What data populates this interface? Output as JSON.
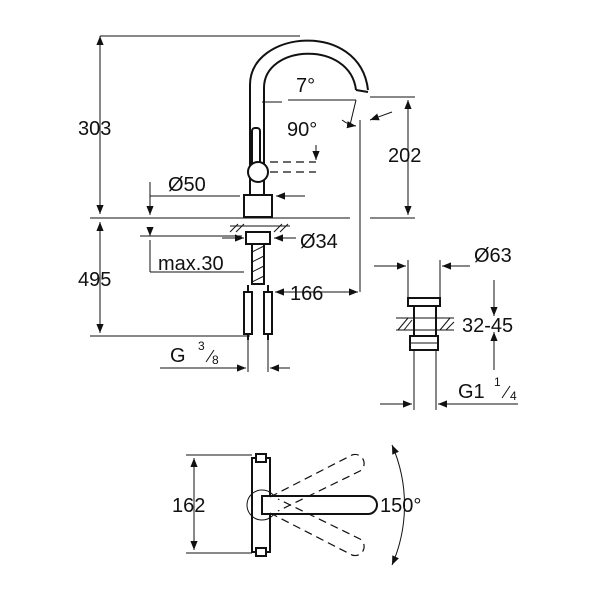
{
  "drawing": {
    "side_view": {
      "height_total": "303",
      "height_below_deck": "495",
      "spout_height": "202",
      "spout_angle": "7°",
      "lever_angle": "90°",
      "base_diameter": "Ø50",
      "hole_diameter": "Ø34",
      "deck_thickness": "max.30",
      "reach": "166",
      "connection": "G",
      "connection_num": "3",
      "connection_den": "8"
    },
    "waste_view": {
      "diameter": "Ø63",
      "height_range": "32-45",
      "thread": "G1",
      "thread_num": "1",
      "thread_den": "4"
    },
    "top_view": {
      "width": "162",
      "rotation_angle": "150°"
    }
  }
}
